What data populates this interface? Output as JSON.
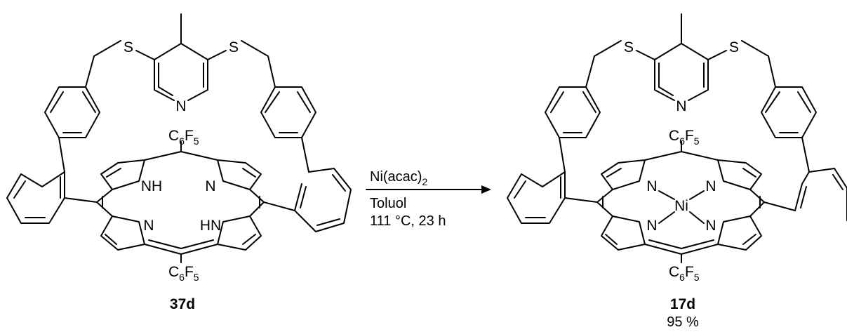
{
  "scheme": {
    "reactant": {
      "id": "37d",
      "atoms": {
        "S_left": "S",
        "S_right": "S",
        "N_pyridine": "N",
        "NH_left": "NH",
        "N_upper_right": "N",
        "N_lower_left": "N",
        "HN_lower_right": "HN"
      },
      "substituents": {
        "top": {
          "main": "C",
          "sub1": "6",
          "mid": "F",
          "sub2": "5"
        },
        "bottom": {
          "main": "C",
          "sub1": "6",
          "mid": "F",
          "sub2": "5"
        }
      }
    },
    "conditions": {
      "reagent_main": "Ni(acac)",
      "reagent_sub": "2",
      "solvent": "Toluol",
      "temp_time": "111 °C, 23 h"
    },
    "product": {
      "id": "17d",
      "yield": "95 %",
      "atoms": {
        "S_left": "S",
        "S_right": "S",
        "N_pyridine": "N",
        "N1": "N",
        "N2": "N",
        "N3": "N",
        "N4": "N",
        "metal": "Ni"
      },
      "substituents": {
        "top": {
          "main": "C",
          "sub1": "6",
          "mid": "F",
          "sub2": "5"
        },
        "bottom": {
          "main": "C",
          "sub1": "6",
          "mid": "F",
          "sub2": "5"
        }
      }
    }
  }
}
